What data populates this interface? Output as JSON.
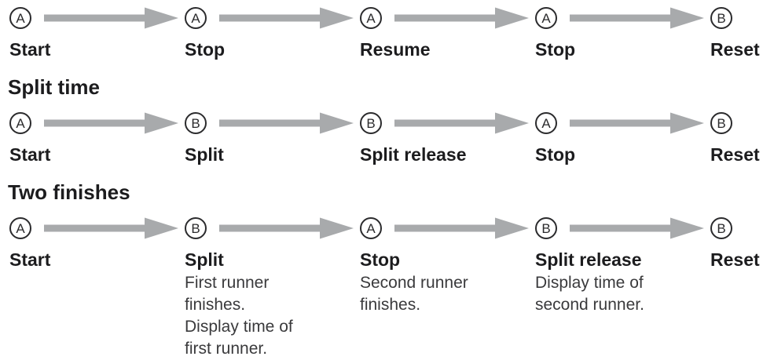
{
  "colors": {
    "arrow": "#a8aaac",
    "label_text": "#1c1c1e",
    "desc_text": "#3a3a3c",
    "circle_outline": "#2b2b2d"
  },
  "sections": [
    {
      "steps": [
        {
          "button": "A",
          "label": "Start",
          "desc": []
        },
        {
          "button": "A",
          "label": "Stop",
          "desc": []
        },
        {
          "button": "A",
          "label": "Resume",
          "desc": []
        },
        {
          "button": "A",
          "label": "Stop",
          "desc": []
        },
        {
          "button": "B",
          "label": "Reset",
          "desc": []
        }
      ]
    },
    {
      "heading": "Split time",
      "steps": [
        {
          "button": "A",
          "label": "Start",
          "desc": []
        },
        {
          "button": "B",
          "label": "Split",
          "desc": []
        },
        {
          "button": "B",
          "label": "Split release",
          "desc": []
        },
        {
          "button": "A",
          "label": "Stop",
          "desc": []
        },
        {
          "button": "B",
          "label": "Reset",
          "desc": []
        }
      ]
    },
    {
      "heading": "Two finishes",
      "steps": [
        {
          "button": "A",
          "label": "Start",
          "desc": []
        },
        {
          "button": "B",
          "label": "Split",
          "desc": [
            "First runner",
            "finishes.",
            "Display time of",
            "first runner."
          ]
        },
        {
          "button": "A",
          "label": "Stop",
          "desc": [
            "Second runner",
            "finishes."
          ]
        },
        {
          "button": "B",
          "label": "Split release",
          "desc": [
            "Display time of",
            "second runner."
          ]
        },
        {
          "button": "B",
          "label": "Reset",
          "desc": []
        }
      ]
    }
  ]
}
